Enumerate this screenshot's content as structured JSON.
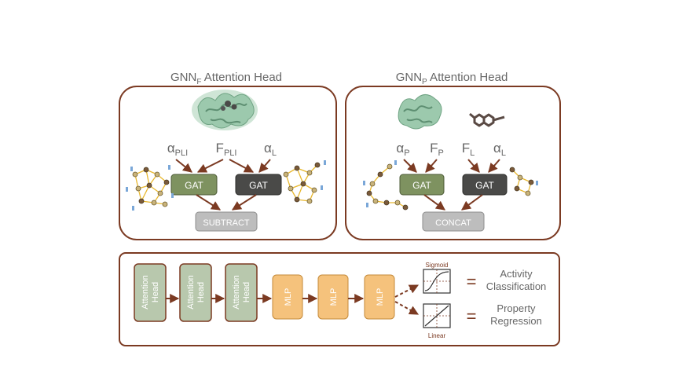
{
  "panel_f": {
    "title_main": "GNN",
    "title_sub": "F",
    "title_rest": " Attention Head",
    "inputs": [
      {
        "sym": "α",
        "sub": "PLI"
      },
      {
        "sym": "F",
        "sub": "PLI"
      },
      {
        "sym": "α",
        "sub": "L"
      }
    ],
    "gat_left": "GAT",
    "gat_right": "GAT",
    "combine": "SUBTRACT"
  },
  "panel_p": {
    "title_main": "GNN",
    "title_sub": "P",
    "title_rest": " Attention Head",
    "inputs": [
      {
        "sym": "α",
        "sub": "P"
      },
      {
        "sym": "F",
        "sub": "P"
      },
      {
        "sym": "F",
        "sub": "L"
      },
      {
        "sym": "α",
        "sub": "L"
      }
    ],
    "gat_left": "GAT",
    "gat_right": "GAT",
    "combine": "CONCAT"
  },
  "pipeline": {
    "attention_heads": [
      {
        "line1": "Attention",
        "line2": "Head"
      },
      {
        "line1": "Attention",
        "line2": "Head"
      },
      {
        "line1": "Attention",
        "line2": "Head"
      }
    ],
    "mlps": [
      "MLP",
      "MLP",
      "MLP"
    ],
    "sigmoid_label": "Sigmoid",
    "linear_label": "Linear",
    "equals": "=",
    "out_top_1": "Activity",
    "out_top_2": "Classification",
    "out_bot_1": "Property",
    "out_bot_2": "Regression"
  },
  "colors": {
    "frame": "#7b3a22",
    "arrow": "#7b3a22",
    "gat_green": "#7e9260",
    "gat_dark": "#4a4a48",
    "combine_gray": "#bdbdbd",
    "head_green": "#b8c8ad",
    "mlp_orange": "#f5c27c",
    "label_gray": "#666666",
    "protein": "#9cc9ad"
  }
}
